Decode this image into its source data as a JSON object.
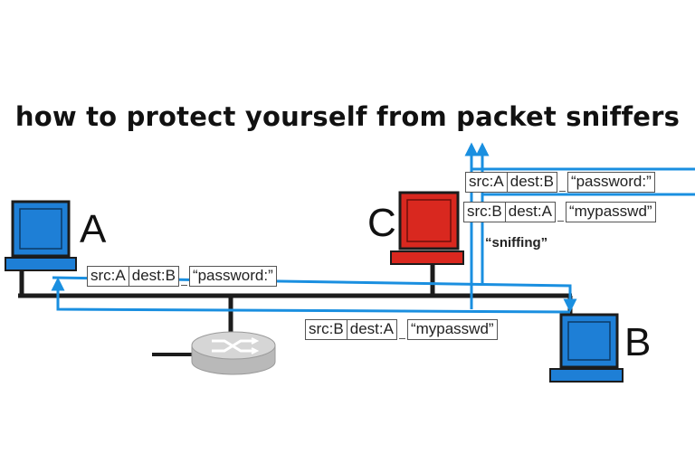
{
  "title": "how to protect yourself from packet sniffers",
  "nodes": {
    "a": "A",
    "b": "B",
    "c": "C"
  },
  "sniffing_label": "“sniffing”",
  "packets": {
    "a_to_b": {
      "src": "src:A",
      "dest": "dest:B",
      "payload": "“password:”"
    },
    "b_to_a": {
      "src": "src:B",
      "dest": "dest:A",
      "payload": "“mypasswd”"
    },
    "sniffed_a_to_b": {
      "src": "src:A",
      "dest": "dest:B",
      "payload": "“password:”"
    },
    "sniffed_b_to_a": {
      "src": "src:B",
      "dest": "dest:A",
      "payload": "“mypasswd”"
    }
  },
  "colors": {
    "flow": "#1a8fe0",
    "bus": "#1c1c1c",
    "computer_a": "#1e7fd6",
    "computer_b": "#1e7fd6",
    "computer_c": "#d9281f",
    "hub": "#cfcfcf"
  }
}
